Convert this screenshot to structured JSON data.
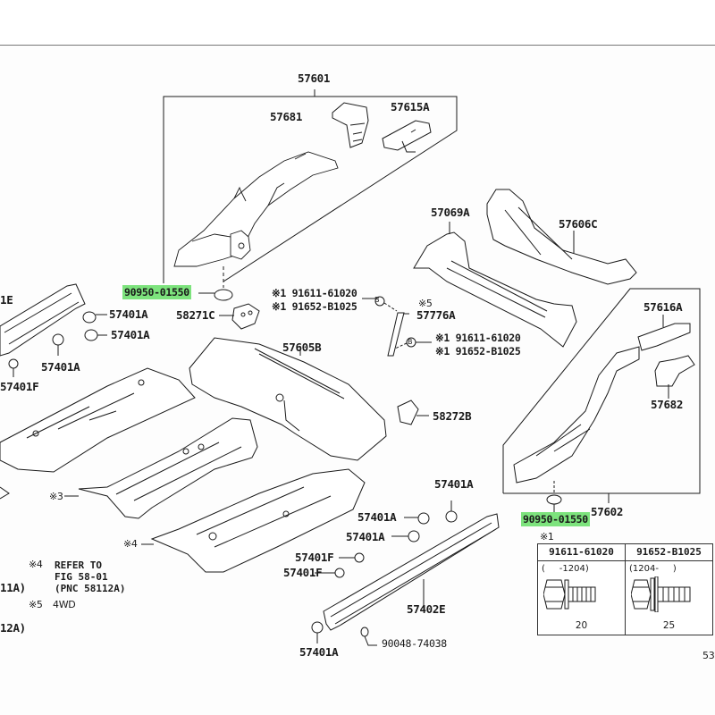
{
  "diagram": {
    "title_callouts": {
      "upper_left_assembly": "57601",
      "right_assembly": "57602"
    },
    "labels": {
      "p57601": "57601",
      "p57681": "57681",
      "p57615A": "57615A",
      "p57069A": "57069A",
      "p57606C": "57606C",
      "p90950_left": "90950-01550",
      "p90950_right": "90950-01550",
      "p58271C": "58271C",
      "p57776A": "57776A",
      "p57605B": "57605B",
      "p58272B": "58272B",
      "p57616A": "57616A",
      "p57682": "57682",
      "p57602": "57602",
      "p57401A_1": "57401A",
      "p57401A_2": "57401A",
      "p57401A_3": "57401A",
      "p57401F_1": "57401F",
      "p57401A_4": "57401A",
      "p57401A_5": "57401A",
      "p57401A_6": "57401A",
      "p57401F_2": "57401F",
      "p57401F_3": "57401F",
      "p57402E": "57402E",
      "p90048": "90048-74038",
      "p57401A_7": "57401A",
      "cut_1E": "1E",
      "cut_11A": "11A)",
      "cut_12A": "12A)",
      "mark3": "※3",
      "mark4": "※4",
      "mark5": "※5",
      "mark1_table": "※1",
      "bolt_a_1": "※1 91611-61020",
      "bolt_a_2": "※1 91652-B1025",
      "bolt_b_1": "※1 91611-61020",
      "bolt_b_2": "※1 91652-B1025",
      "circle_b": "B",
      "page_number": "53"
    },
    "notes": {
      "note4_mark": "※4",
      "note4_text": "REFER TO\nFIG 58-01\n(PNC 58112A)",
      "note5_mark": "※5",
      "note5_text": "4WD"
    },
    "bolt_table": {
      "columns": [
        {
          "part": "91611-61020",
          "range": "(     -1204)",
          "length": "20"
        },
        {
          "part": "91652-B1025",
          "range": "(1204-     )",
          "length": "25"
        }
      ]
    },
    "colors": {
      "highlight": "#7de37d",
      "line": "#1a1a1a"
    }
  }
}
